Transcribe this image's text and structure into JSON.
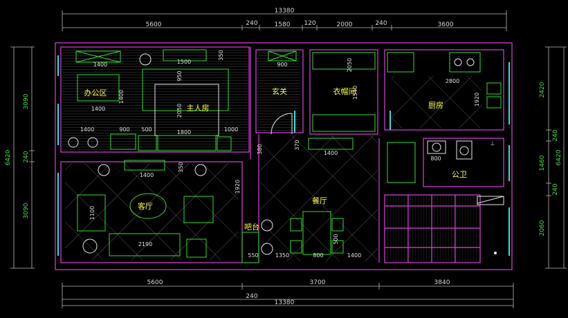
{
  "colors": {
    "background": "#000000",
    "wall": "#e040e0",
    "furniture": "#30e030",
    "dimension_line": "#bbbbbb",
    "room_label": "#ffff40",
    "window": "#30e0e0"
  },
  "dimensions": {
    "top_total": "13380",
    "top_segments": [
      "5600",
      "240",
      "1580",
      "120",
      "2000",
      "240",
      "3600"
    ],
    "bottom_segments": [
      "5600",
      "3700",
      "3840"
    ],
    "bottom_small": "240",
    "bottom_total": "13380",
    "left_total": "6420",
    "left_segments": [
      "3090",
      "240",
      "3090"
    ],
    "right_total": "6420",
    "right_segments": [
      "2420",
      "240",
      "1460",
      "240",
      "2060"
    ]
  },
  "rooms": {
    "office": "办公区",
    "master_bedroom": "主人房",
    "entrance": "玄关",
    "cloakroom": "衣帽间",
    "kitchen": "厨房",
    "public_bath": "公卫",
    "living_room": "客厅",
    "dining_room": "餐厅",
    "bar_counter": "吧台"
  },
  "inner_dims": {
    "office_desk_top": "1400",
    "office_desk_bottom": "1400",
    "office_side": "1400",
    "office_bottom": "1400",
    "small_900": "900",
    "small_500": "500",
    "bed_top": "1500",
    "bed_side": "2050",
    "bed_bottom": "1800",
    "bed_right": "1000",
    "master_350": "350",
    "master_950": "950",
    "entrance_900": "900",
    "closet_2050": "2050",
    "closet_1540": "1540",
    "kitchen_2800": "2800",
    "kitchen_1920": "1920",
    "dining_1400_top": "1400",
    "dining_380": "380",
    "dining_370": "370",
    "bath_800": "800",
    "living_1400": "1400",
    "living_350": "350",
    "living_1920": "1920",
    "living_1100": "1100",
    "living_2190": "2190",
    "bar_550": "550",
    "bar_1350": "1350",
    "dining_800": "800",
    "dining_1400_bottom": "1400",
    "dining_500": "500"
  }
}
